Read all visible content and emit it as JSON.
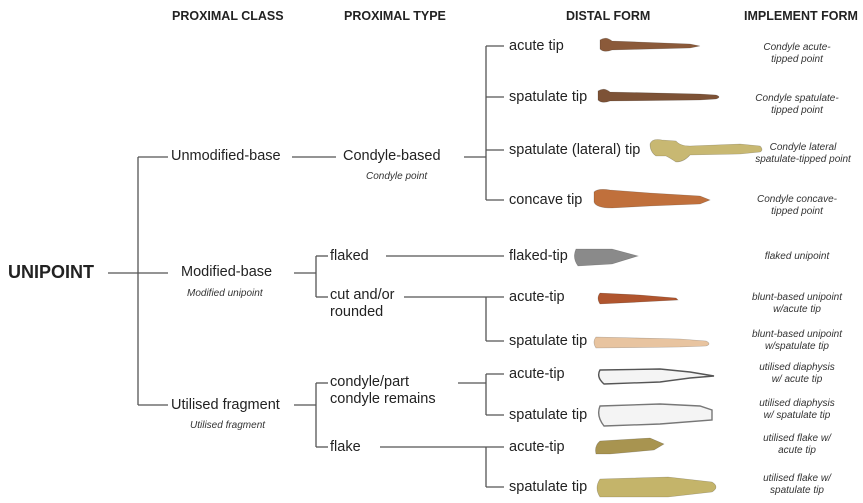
{
  "headers": {
    "proximal_class": "PROXIMAL CLASS",
    "proximal_type": "PROXIMAL TYPE",
    "distal_form": "DISTAL FORM",
    "implement_form": "IMPLEMENT FORM"
  },
  "root": "UNIPOINT",
  "classes": {
    "unmodified": {
      "label": "Unmodified-base"
    },
    "modified": {
      "label": "Modified-base",
      "sub": "Modified unipoint"
    },
    "utilised": {
      "label": "Utilised fragment",
      "sub": "Utilised fragment"
    }
  },
  "types": {
    "condyle": {
      "label": "Condyle-based",
      "sub": "Condyle point"
    },
    "flaked": {
      "label": "flaked"
    },
    "cut": {
      "line1": "cut and/or",
      "line2": "rounded"
    },
    "condyle_part": {
      "line1": "condyle/part",
      "line2": "condyle remains"
    },
    "flake": {
      "label": "flake"
    }
  },
  "rows": [
    {
      "distal": "acute tip",
      "implement": "Condyle acute-\ntipped point",
      "bone_color": "#8b5a3a"
    },
    {
      "distal": "spatulate tip",
      "implement": "Condyle spatulate-\ntipped point",
      "bone_color": "#7d5236"
    },
    {
      "distal": "spatulate (lateral) tip",
      "implement": "Condyle lateral\nspatulate-tipped point",
      "bone_color": "#c8b872"
    },
    {
      "distal": "concave tip",
      "implement": "Condyle concave-\ntipped point",
      "bone_color": "#c0703c"
    },
    {
      "distal": "flaked-tip",
      "implement": "flaked unipoint",
      "bone_color": "#8a8a8a"
    },
    {
      "distal": "acute-tip",
      "implement": "blunt-based unipoint\nw/acute tip",
      "bone_color": "#b0552e"
    },
    {
      "distal": "spatulate tip",
      "implement": "blunt-based unipoint\nw/spatulate tip",
      "bone_color": "#e8c4a0"
    },
    {
      "distal": "acute-tip",
      "implement": "utilised diaphysis\nw/ acute tip",
      "bone_color": "#555555"
    },
    {
      "distal": "spatulate tip",
      "implement": "utilised diaphysis\nw/ spatulate tip",
      "bone_color": "#777777"
    },
    {
      "distal": "acute-tip",
      "implement": "utilised flake w/\nacute tip",
      "bone_color": "#a89450"
    },
    {
      "distal": "spatulate tip",
      "implement": "utilised flake w/\nspatulate tip",
      "bone_color": "#c4b46a"
    }
  ]
}
